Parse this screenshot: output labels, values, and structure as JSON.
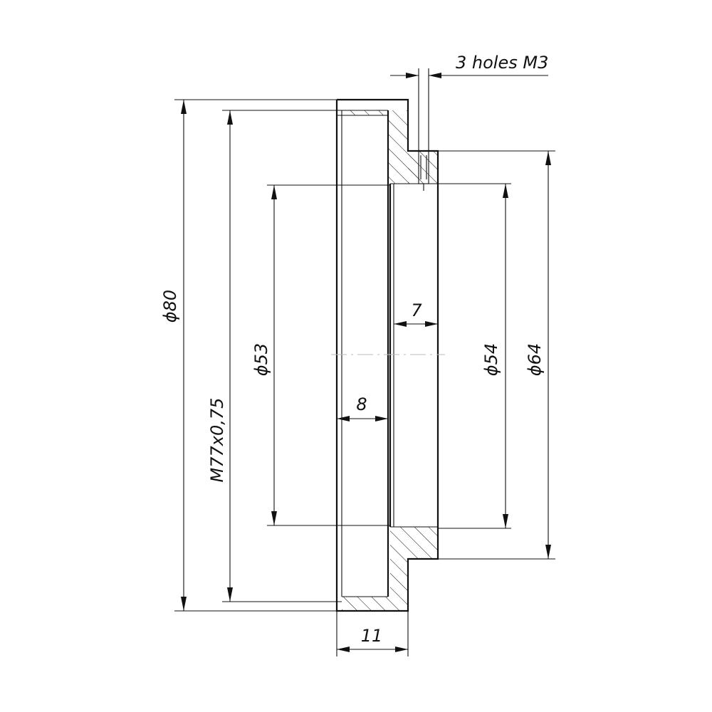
{
  "drawing": {
    "dimensions": {
      "outer_diameter": "ϕ80",
      "thread": "M77x0,75",
      "bore_diameter": "ϕ53",
      "inner_step_diameter": "ϕ54",
      "flange_diameter": "ϕ64",
      "wall_thickness": "8",
      "step_width": "7",
      "overall_length": "11",
      "holes_note": "3 holes M3"
    },
    "colors": {
      "line": "#111111",
      "hatch": "#111111",
      "centerline": "#bbbbbb",
      "background": "#ffffff"
    }
  }
}
